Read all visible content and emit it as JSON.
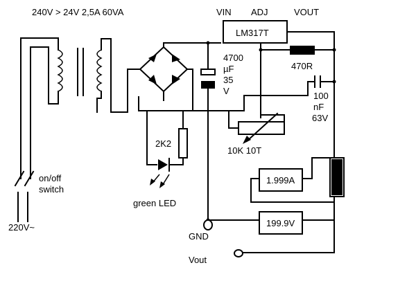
{
  "labels": {
    "transformer": "240V > 24V 2,5A 60VA",
    "vin": "VIN",
    "adj": "ADJ",
    "vout_top": "VOUT",
    "regulator": "LM317T",
    "cap_value_1": "4700",
    "cap_value_2": "µF",
    "cap_value_3": "35",
    "cap_value_4": "V",
    "resistor_470": "470R",
    "cap100_1": "100",
    "cap100_2": "nF",
    "cap100_3": "63V",
    "pot": "10K 10T",
    "resistor_2k2": "2K2",
    "led": "green LED",
    "switch_1": "on/off",
    "switch_2": "switch",
    "mains": "220V~",
    "ammeter": "1.999A",
    "voltmeter": "199.9V",
    "gnd": "GND",
    "vout_bottom": "Vout"
  }
}
